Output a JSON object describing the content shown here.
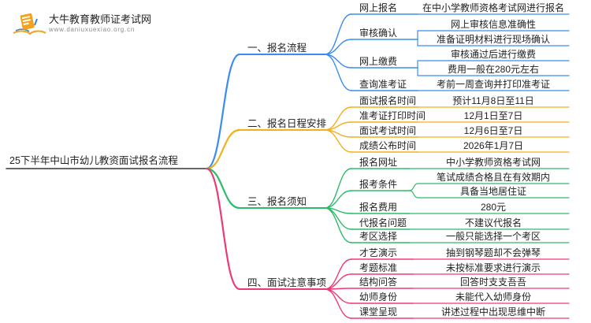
{
  "header": {
    "brand_name": "大牛教育教师证考试网",
    "brand_url": "www.daniuxuexiao.org.cn"
  },
  "mindmap": {
    "root": "25下半年中山市幼儿教资面试报名流程",
    "branches": [
      {
        "label": "一、报名流程",
        "color": "#3b8cf0",
        "items": [
          {
            "label": "网上报名",
            "details": [
              "在中小学教师资格考试网进行报名"
            ]
          },
          {
            "label": "审核确认",
            "details": [
              "网上审核信息准确性",
              "准备证明材料进行现场确认"
            ]
          },
          {
            "label": "网上缴费",
            "details": [
              "审核通过后进行缴费",
              "费用一般在280元左右"
            ]
          },
          {
            "label": "查询准考证",
            "details": [
              "考前一周查询并打印准考证"
            ]
          }
        ]
      },
      {
        "label": "二、报名日程安排",
        "color": "#f2b01e",
        "items": [
          {
            "label": "面试报名时间",
            "details": [
              "预计11月8日至11日"
            ]
          },
          {
            "label": "准考证打印时间",
            "details": [
              "12月1日至7日"
            ]
          },
          {
            "label": "面试考试时间",
            "details": [
              "12月6日至7日"
            ]
          },
          {
            "label": "成绩公布时间",
            "details": [
              "2026年1月7日"
            ]
          }
        ]
      },
      {
        "label": "三、报名须知",
        "color": "#2dbb6b",
        "items": [
          {
            "label": "报名网址",
            "details": [
              "中小学教师资格考试网"
            ]
          },
          {
            "label": "报考条件",
            "details": [
              "笔试成绩合格且在有效期内",
              "具备当地居住证"
            ]
          },
          {
            "label": "报名费用",
            "details": [
              "280元"
            ]
          },
          {
            "label": "代报名问题",
            "details": [
              "不建议代报名"
            ]
          },
          {
            "label": "考区选择",
            "details": [
              "一般只能选择一个考区"
            ]
          }
        ]
      },
      {
        "label": "四、面试注意事项",
        "color": "#ee3a72",
        "items": [
          {
            "label": "才艺演示",
            "details": [
              "抽到钢琴题却不会弹琴"
            ]
          },
          {
            "label": "考题标准",
            "details": [
              "未按标准要求进行演示"
            ]
          },
          {
            "label": "结构问答",
            "details": [
              "回答时支支吾吾"
            ]
          },
          {
            "label": "幼师身份",
            "details": [
              "未能代入幼师身份"
            ]
          },
          {
            "label": "课堂呈现",
            "details": [
              "讲述过程中出现思维中断"
            ]
          }
        ]
      }
    ]
  }
}
